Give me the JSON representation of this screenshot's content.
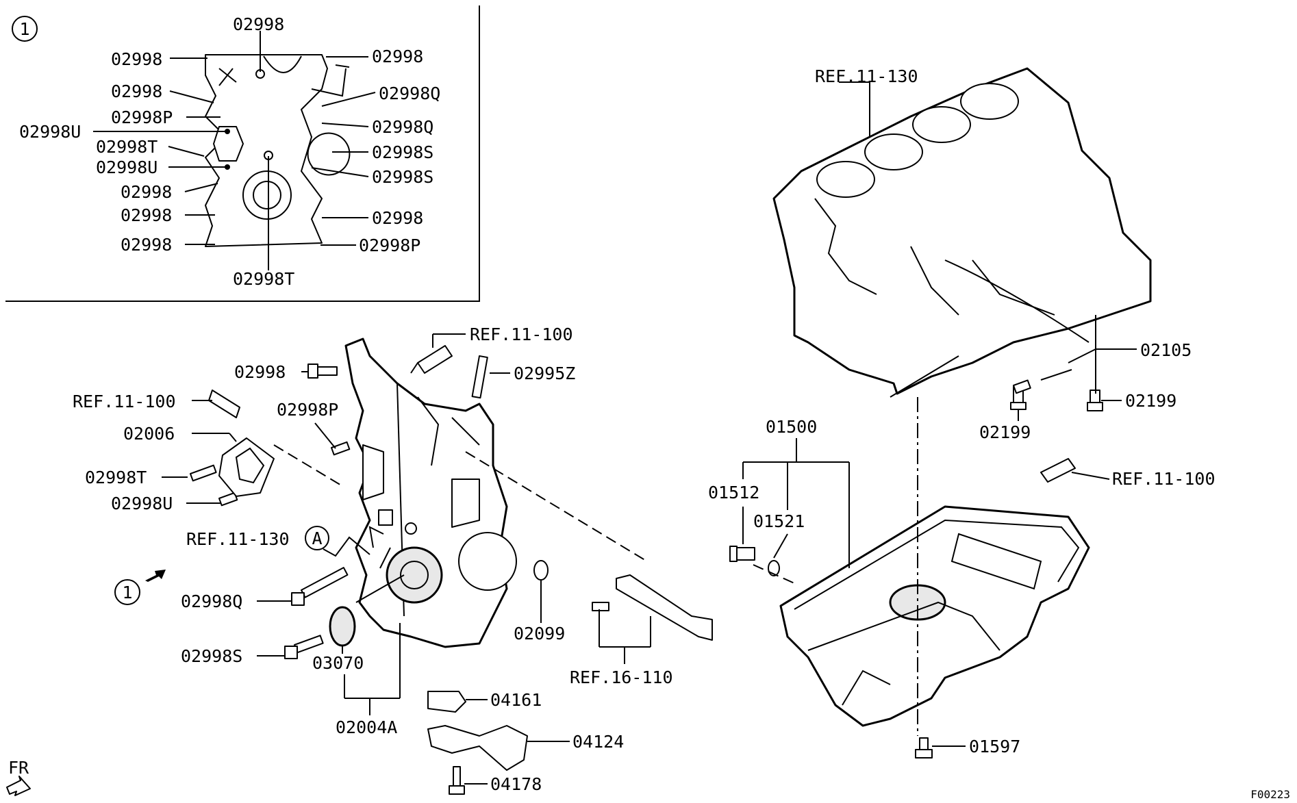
{
  "diagram_code": "F00223",
  "front_marker": "FR",
  "view_marker": "1",
  "view_marker_main": "1",
  "ref_marker_a": "A",
  "inset_labels": [
    "02998",
    "02998",
    "02998",
    "02998",
    "02998P",
    "02998U",
    "02998T",
    "02998U",
    "02998",
    "02998",
    "02998",
    "02998Q",
    "02998Q",
    "02998S",
    "02998S",
    "02998",
    "02998P",
    "02998T"
  ],
  "labels": {
    "ref_11_130_top": "REF.11-130",
    "ref_11_100_a": "REF.11-100",
    "ref_11_100_b": "REF.11-100",
    "ref_11_100_c": "REF.11-100",
    "ref_11_130_a": "REF.11-130",
    "ref_16_110": "REF.16-110",
    "p_02998": "02998",
    "p_02995Z": "02995Z",
    "p_02998P": "02998P",
    "p_02006": "02006",
    "p_02998T": "02998T",
    "p_02998U": "02998U",
    "p_02998Q": "02998Q",
    "p_02998S": "02998S",
    "p_03070": "03070",
    "p_02004A": "02004A",
    "p_02099": "02099",
    "p_04161": "04161",
    "p_04124": "04124",
    "p_04178": "04178",
    "p_02105": "02105",
    "p_02199_a": "02199",
    "p_02199_b": "02199",
    "p_01500": "01500",
    "p_01512": "01512",
    "p_01521": "01521",
    "p_01597": "01597"
  }
}
